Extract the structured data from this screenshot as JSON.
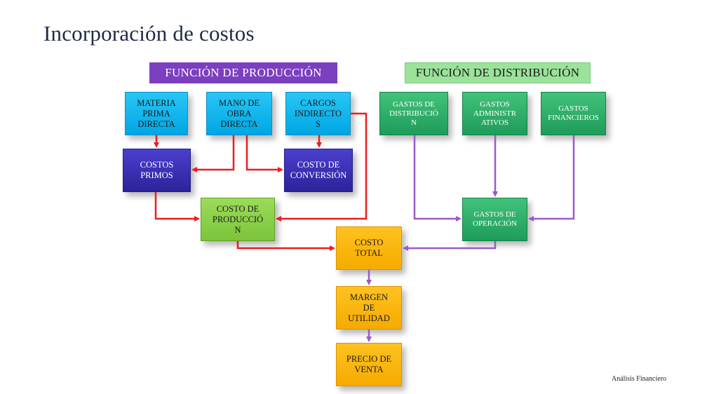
{
  "slide": {
    "title": "Incorporación de costos",
    "footer": "Análisis Financiero"
  },
  "headers": {
    "production": "FUNCIÓN DE PRODUCCIÓN",
    "distribution": "FUNCIÓN DE DISTRIBUCIÓN"
  },
  "nodes": {
    "materia_prima": "MATERIA\nPRIMA\nDIRECTA",
    "mano_obra": "MANO DE\nOBRA\nDIRECTA",
    "cargos_indirectos": "CARGOS\nINDIRECTO\nS",
    "costos_primos": "COSTOS\nPRIMOS",
    "costo_conversion": "COSTO DE\nCONVERSIÓN",
    "costo_produccion": "COSTO DE\nPRODUCCIÓ\nN",
    "gastos_distribucion": "GASTOS DE\nDISTRIBUCIÓ\nN",
    "gastos_administrativos": "GASTOS\nADMINISTR\nATIVOS",
    "gastos_financieros": "GASTOS\nFINANCIEROS",
    "gastos_operacion": "GASTOS DE\nOPERACIÓN",
    "costo_total": "COSTO\nTOTAL",
    "margen_utilidad": "MARGEN\nDE\nUTILIDAD",
    "precio_venta": "PRECIO DE\nVENTA"
  },
  "colors": {
    "red_arrow": "#ee1c1c",
    "purple_arrow": "#9b59c9"
  }
}
